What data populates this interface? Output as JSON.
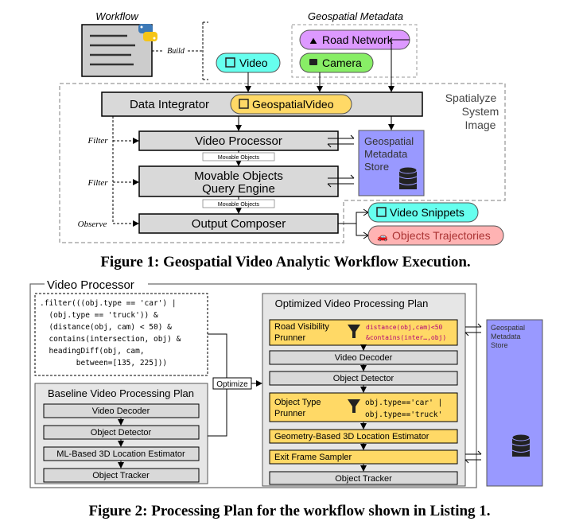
{
  "figure1": {
    "caption": "Figure 1: Geospatial Video Analytic Workflow Execution.",
    "workflow_label": "Workflow",
    "build_label": "Build",
    "geo_metadata_label": "Geospatial Metadata",
    "road_network": "Road Network",
    "camera": "Camera",
    "video": "Video",
    "system_image_lines": [
      "Spatialyze",
      "System",
      "Image"
    ],
    "data_integrator": "Data Integrator",
    "geospatial_video": "GeospatialVideo",
    "video_processor": "Video Processor",
    "movable_objects_1": "Movable Objects",
    "movable_query_lines": [
      "Movable Objects",
      "Query Engine"
    ],
    "movable_objects_2": "Movable Objects",
    "output_composer": "Output Composer",
    "store_lines": [
      "Geospatial",
      "Metadata",
      "Store"
    ],
    "filter_1": "Filter",
    "filter_2": "Filter",
    "observe": "Observe",
    "video_snippets": "Video Snippets",
    "object_trajectories": "Objects Trajectories"
  },
  "figure2": {
    "caption": "Figure 2: Processing Plan for the workflow shown in Listing 1.",
    "video_processor_title": "Video Processor",
    "code_lines": [
      ".filter(((obj.type == 'car') |",
      "  (obj.type == 'truck')) &",
      "  (distance(obj, cam) < 50) &",
      "  contains(intersection, obj) &",
      "  headingDiff(obj, cam,",
      "        between=[135, 225]))"
    ],
    "baseline_title": "Baseline Video Processing Plan",
    "baseline_steps": [
      "Video Decoder",
      "Object Detector",
      "ML-Based 3D Location Estimator",
      "Object Tracker"
    ],
    "optimize_label": "Optimize",
    "optimized_title": "Optimized Video Processing Plan",
    "road_pruner_lines": [
      "Road Visibility",
      "Prunner"
    ],
    "road_pruner_expr": [
      "distance(obj,cam)<50",
      "&contains(inter…,obj)"
    ],
    "opt_video_decoder": "Video Decoder",
    "opt_object_detector": "Object Detector",
    "type_pruner_lines": [
      "Object Type",
      "Prunner"
    ],
    "type_pruner_expr": [
      "obj.type=='car' |",
      "obj.type=='truck'"
    ],
    "geometry_estimator": "Geometry-Based 3D Location Estimator",
    "exit_frame_sampler": "Exit Frame Sampler",
    "opt_object_tracker": "Object Tracker",
    "store_lines": [
      "Geospatial",
      "Metadata",
      "Store"
    ]
  },
  "colors": {
    "step_gray": "#d9d9d9",
    "pruner_yellow": "#ffd966",
    "store_blue": "#9999ff",
    "video_cyan": "#66ffee",
    "camera_green": "#88ee66",
    "road_purple": "#dd99ff",
    "trajectory_pink": "#ffb3b3"
  }
}
